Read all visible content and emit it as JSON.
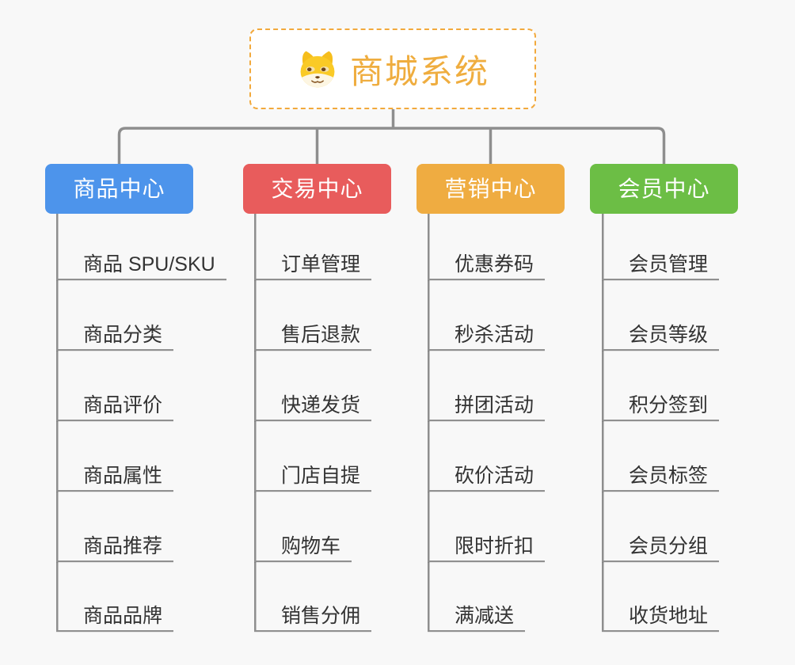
{
  "root": {
    "title": "商城系统",
    "icon": "dog-face-icon"
  },
  "branches": [
    {
      "label": "商品中心",
      "color": "#4D94EB",
      "children": [
        "商品 SPU/SKU",
        "商品分类",
        "商品评价",
        "商品属性",
        "商品推荐",
        "商品品牌"
      ]
    },
    {
      "label": "交易中心",
      "color": "#E85C5C",
      "children": [
        "订单管理",
        "售后退款",
        "快递发货",
        "门店自提",
        "购物车",
        "销售分佣"
      ]
    },
    {
      "label": "营销中心",
      "color": "#EFAC41",
      "children": [
        "优惠券码",
        "秒杀活动",
        "拼团活动",
        "砍价活动",
        "限时折扣",
        "满减送"
      ]
    },
    {
      "label": "会员中心",
      "color": "#6CBE45",
      "children": [
        "会员管理",
        "会员等级",
        "积分签到",
        "会员标签",
        "会员分组",
        "收货地址"
      ]
    }
  ],
  "colors": {
    "background": "#F8F8F8",
    "connector": "#8E8E8E",
    "leaf_underline": "#909090",
    "leaf_text": "#333333",
    "root_border": "#F2A93C",
    "root_text": "#EFAD3F",
    "branch_text": "#FFFFFF"
  }
}
